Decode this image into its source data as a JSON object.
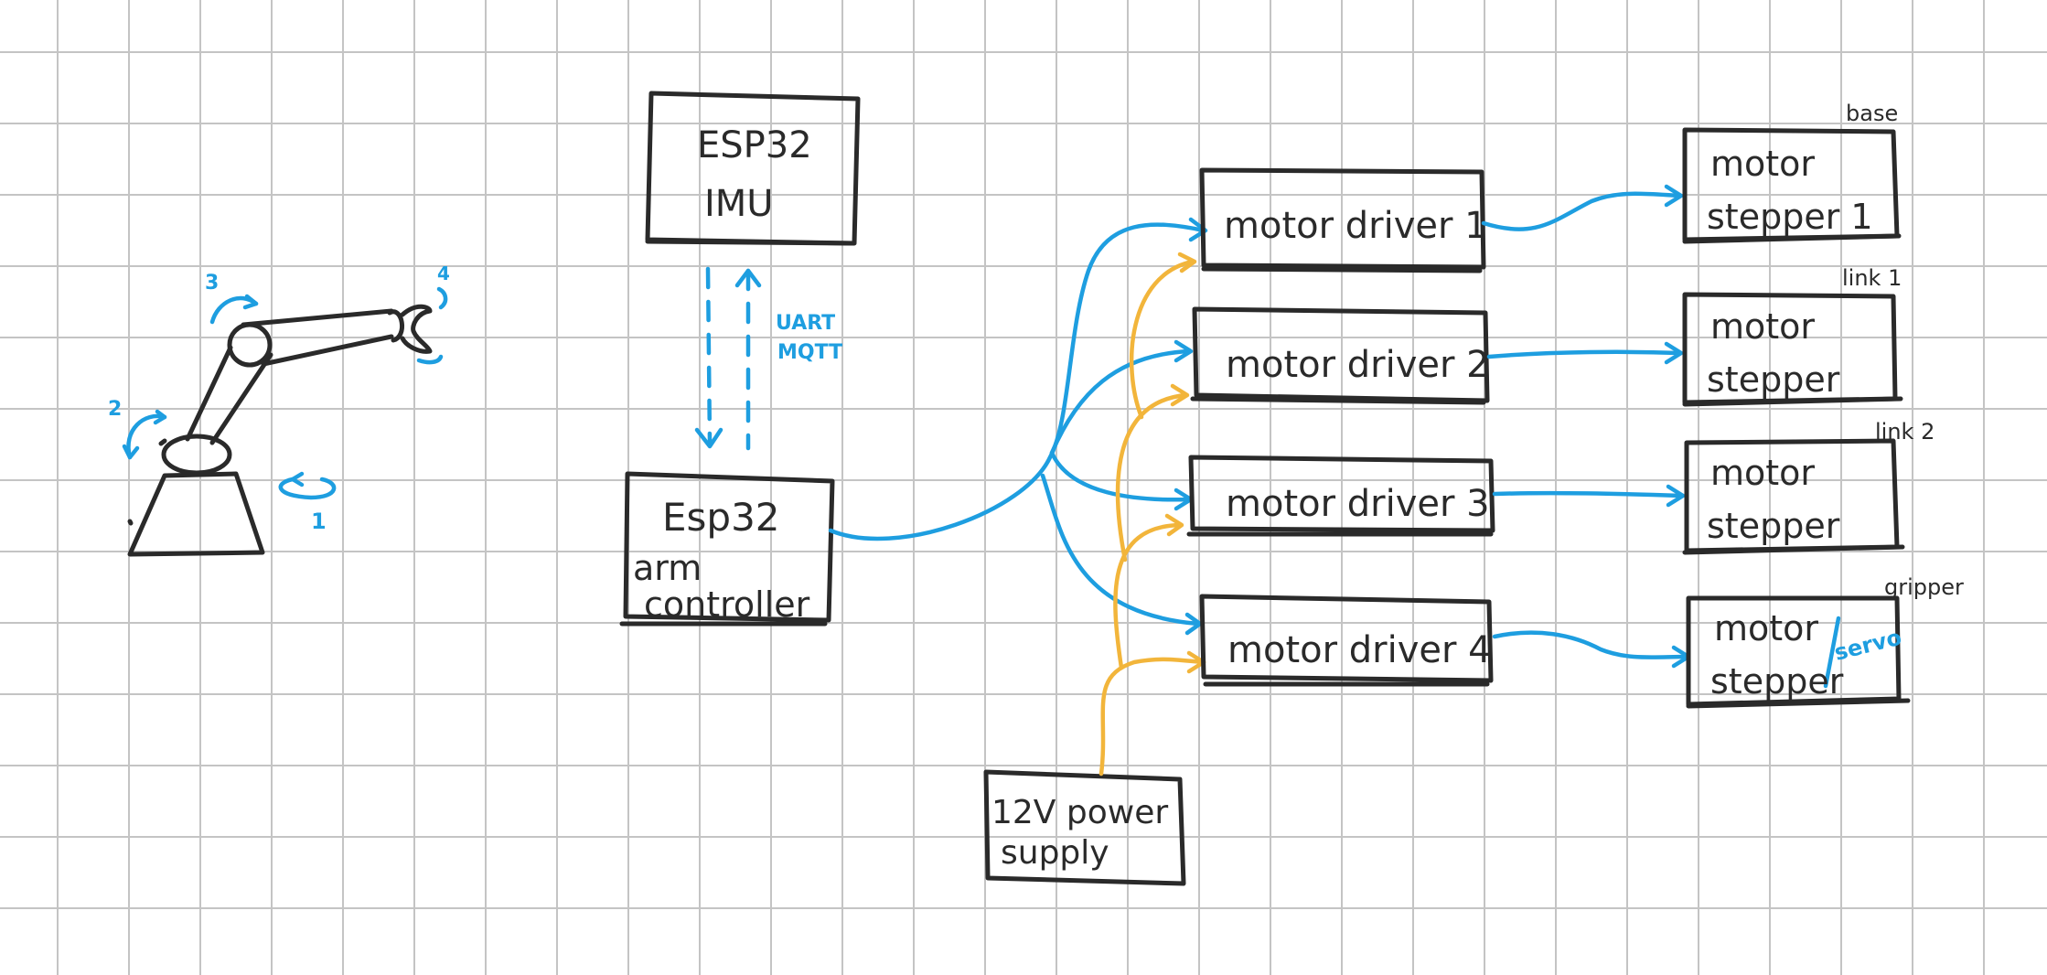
{
  "colors": {
    "ink": "#2a2a2a",
    "signal": "#1e9ee0",
    "power": "#f2b53b",
    "grid": "#c4c4c4"
  },
  "arm_sketch": {
    "joint_labels": [
      "1",
      "2",
      "3",
      "4"
    ]
  },
  "imu_box": {
    "line1": "ESP32",
    "line2": "IMU"
  },
  "link_label": {
    "line1": "UART",
    "line2": "MQTT"
  },
  "controller_box": {
    "line1": "Esp32",
    "line2": "arm",
    "line3": "controller"
  },
  "power_box": {
    "line1": "12V power",
    "line2": "supply"
  },
  "drivers": [
    "motor driver 1",
    "motor driver 2",
    "motor driver 3",
    "motor driver 4"
  ],
  "motors": [
    {
      "tag": "base",
      "line1": "motor",
      "line2": "stepper 1",
      "extra": ""
    },
    {
      "tag": "link 1",
      "line1": "motor",
      "line2": "stepper",
      "extra": ""
    },
    {
      "tag": "link 2",
      "line1": "motor",
      "line2": "stepper",
      "extra": ""
    },
    {
      "tag": "gripper",
      "line1": "motor",
      "line2": "stepper",
      "extra": "servo"
    }
  ]
}
